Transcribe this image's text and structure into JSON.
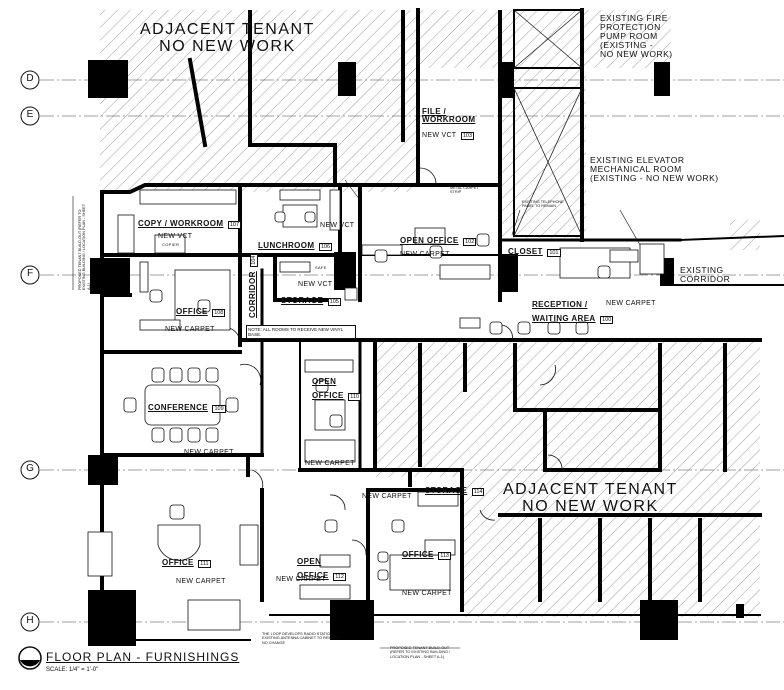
{
  "tenants": {
    "top": {
      "line1": "ADJACENT TENANT",
      "line2": "NO NEW WORK"
    },
    "bottom": {
      "line1": "ADJACENT TENANT",
      "line2": "NO NEW WORK"
    }
  },
  "existing": {
    "fire_pump": {
      "line1": "EXISTING FIRE",
      "line2": "PROTECTION",
      "line3": "PUMP ROOM",
      "line4": "(EXISTING -",
      "line5": "NO NEW WORK)"
    },
    "elevator": {
      "line1": "EXISTING ELEVATOR",
      "line2": "MECHANICAL ROOM",
      "line3": "(EXISTING - NO NEW WORK)"
    },
    "corridor": {
      "line1": "EXISTING",
      "line2": "CORRIDOR"
    }
  },
  "grid_lines": [
    "D",
    "E",
    "F",
    "G",
    "H"
  ],
  "rooms": {
    "file_workroom": {
      "name": "FILE /",
      "name2": "WORKROOM",
      "finish": "NEW VCT",
      "number": "103"
    },
    "copy_workroom": {
      "name": "COPY / WORKROOM",
      "finish": "NEW VCT",
      "number": "107"
    },
    "lunchroom": {
      "name": "LUNCHROOM",
      "number": "106",
      "finish": "NEW VCT"
    },
    "open_office_102": {
      "name": "OPEN OFFICE",
      "number": "102",
      "finish": "NEW CARPET"
    },
    "closet": {
      "name": "CLOSET",
      "number": "101"
    },
    "corridor": {
      "name": "CORRIDOR",
      "number": "104"
    },
    "storage_105": {
      "name": "STORAGE",
      "number": "105"
    },
    "office_108": {
      "name": "OFFICE",
      "number": "108",
      "finish": "NEW CARPET"
    },
    "reception": {
      "name": "RECEPTION /",
      "name2": "WAITING AREA",
      "number": "100",
      "finish": "NEW CARPET"
    },
    "open_office_110": {
      "name": "OPEN",
      "name2": "OFFICE",
      "number": "110"
    },
    "conference": {
      "name": "CONFERENCE",
      "number": "109",
      "finish": "NEW CARPET"
    },
    "storage_114": {
      "name": "STORAGE",
      "number": "114"
    },
    "office_111": {
      "name": "OFFICE",
      "number": "111",
      "finish": "NEW CARPET"
    },
    "open_office_112": {
      "name": "OPEN",
      "name2": "OFFICE",
      "number": "112",
      "finish": "NEW CARPET"
    },
    "office_113": {
      "name": "OFFICE",
      "number": "113",
      "finish": "NEW CARPET"
    },
    "open_office_110_finish": "NEW CARPET"
  },
  "notes": {
    "new_vct": "NEW VCT",
    "finish_note": "NOTE: ALL ROOMS TO RECEIVE NEW VINYL BASE.",
    "metal_strip": "METAL CARPET STRIP",
    "safe": "SAFE",
    "copier": "COPIER",
    "existing_phone": "EXISTING TELEPHONE PANEL TO REMAIN",
    "tenant_buildout_top": "PROPOSED TENANT BUILD-OUT (REFER TO EXISTING BUILDING / LOCATION PLAN - SHEET A-1)",
    "tenant_buildout_bottom": "PROPOSED TENANT BUILD-OUT (REFER TO EXISTING BUILDING / LOCATION PLAN - SHEET A-1)",
    "radio_station": "THE LOOP DEVELOPS RADIO STATION. EXISTING ANTENNA CABINET TO REMAIN - NO CHANGE"
  },
  "title": {
    "text": "FLOOR PLAN - FURNISHINGS",
    "scale": "SCALE: 1/4\" = 1'-0\""
  }
}
